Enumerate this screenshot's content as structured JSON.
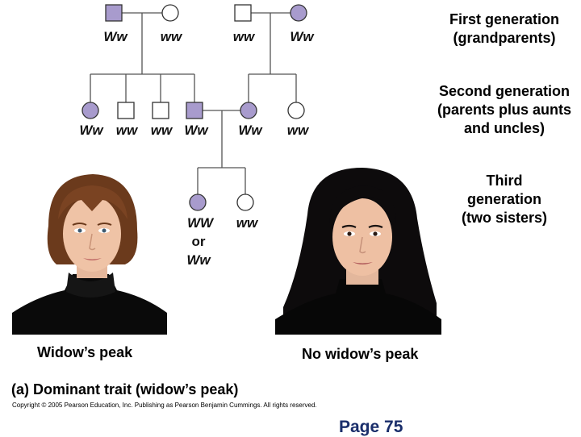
{
  "colors": {
    "affected": "#a89bcd",
    "unaffected": "#ffffff",
    "outline": "#333333",
    "line": "#555555",
    "page_number": "#1a2e6b"
  },
  "generations": {
    "first": [
      "First generation",
      "(grandparents)"
    ],
    "second": [
      "Second generation",
      "(parents plus aunts",
      "and uncles)"
    ],
    "third": [
      "Third",
      "generation",
      "(two sisters)"
    ]
  },
  "individuals": [
    {
      "id": "g1-father",
      "sex": "male",
      "affected": true,
      "genotype": "Ww"
    },
    {
      "id": "g1-mother",
      "sex": "female",
      "affected": false,
      "genotype": "ww"
    },
    {
      "id": "g1-father2",
      "sex": "male",
      "affected": false,
      "genotype": "ww"
    },
    {
      "id": "g1-mother2",
      "sex": "female",
      "affected": true,
      "genotype": "Ww"
    },
    {
      "id": "g2-aunt1",
      "sex": "female",
      "affected": true,
      "genotype": "Ww"
    },
    {
      "id": "g2-uncle1",
      "sex": "male",
      "affected": false,
      "genotype": "ww"
    },
    {
      "id": "g2-uncle2",
      "sex": "male",
      "affected": false,
      "genotype": "ww"
    },
    {
      "id": "g2-father",
      "sex": "male",
      "affected": true,
      "genotype": "Ww"
    },
    {
      "id": "g2-mother",
      "sex": "female",
      "affected": true,
      "genotype": "Ww"
    },
    {
      "id": "g2-aunt2",
      "sex": "female",
      "affected": false,
      "genotype": "ww"
    },
    {
      "id": "g3-sister1",
      "sex": "female",
      "affected": true,
      "genotype": "WW or Ww"
    },
    {
      "id": "g3-sister2",
      "sex": "female",
      "affected": false,
      "genotype": "ww"
    }
  ],
  "genotype_labels": {
    "g1": [
      "Ww",
      "ww",
      "ww",
      "Ww"
    ],
    "g2": [
      "Ww",
      "ww",
      "ww",
      "Ww",
      "Ww",
      "ww"
    ],
    "g3_sister1": [
      "WW",
      "or",
      "Ww"
    ],
    "g3_sister2": "ww"
  },
  "photos": {
    "left_caption": "Widow’s peak",
    "right_caption": "No widow’s peak"
  },
  "figure_caption": "(a) Dominant trait (widow’s peak)",
  "copyright": "Copyright © 2005 Pearson Education, Inc. Publishing as Pearson Benjamin Cummings. All rights reserved.",
  "page_number": "Page 75"
}
